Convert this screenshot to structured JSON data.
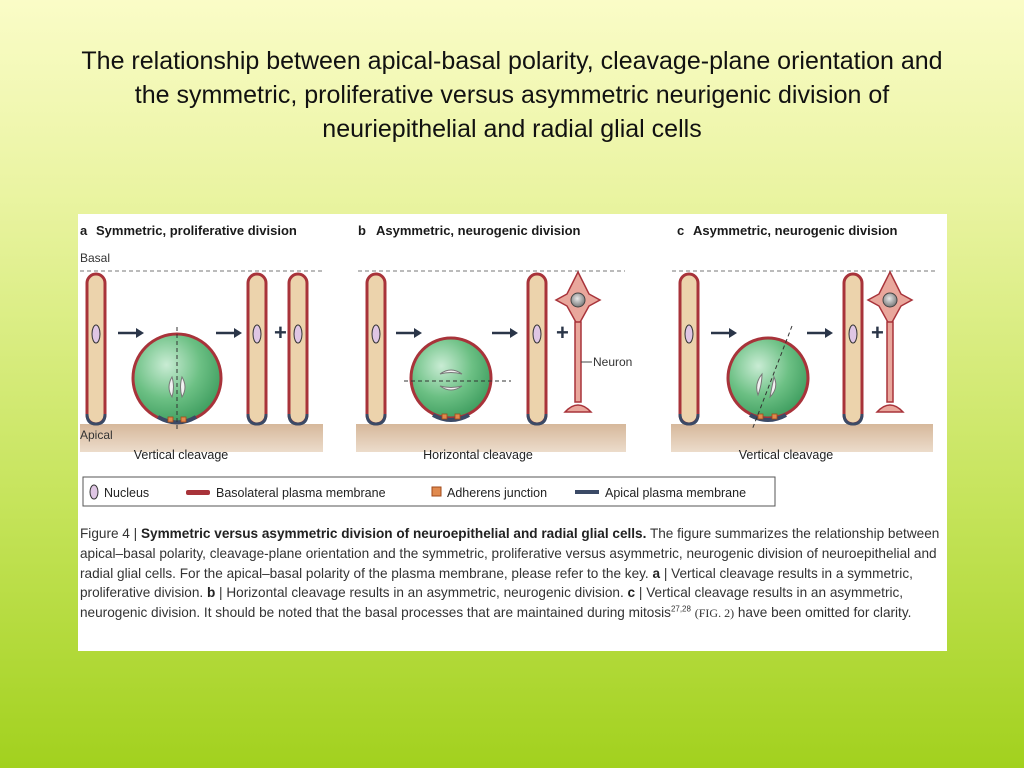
{
  "slide": {
    "title": "The relationship between apical-basal polarity, cleavage-plane orientation and the symmetric, proliferative versus asymmetric neurigenic division of neuriepithelial and radial glial cells"
  },
  "figure": {
    "panels": [
      {
        "letter": "a",
        "heading": "Symmetric, proliferative division",
        "cleavage": "Vertical cleavage"
      },
      {
        "letter": "b",
        "heading": "Asymmetric, neurogenic division",
        "cleavage": "Horizontal cleavage"
      },
      {
        "letter": "c",
        "heading": "Asymmetric, neurogenic division",
        "cleavage": "Vertical cleavage"
      }
    ],
    "labels": {
      "basal": "Basal",
      "apical": "Apical",
      "neuron": "Neuron",
      "plus": "+"
    },
    "key": [
      {
        "label": "Nucleus",
        "icon": "nucleus-icon"
      },
      {
        "label": "Basolateral plasma membrane",
        "icon": "basolateral-membrane-icon"
      },
      {
        "label": "Adherens junction",
        "icon": "adherens-junction-icon"
      },
      {
        "label": "Apical plasma membrane",
        "icon": "apical-membrane-icon"
      }
    ],
    "caption": {
      "figure_label": "Figure 4 |",
      "title": "Symmetric versus asymmetric division of neuroepithelial and radial glial cells.",
      "line1": "The figure summarizes the relationship between apical–basal polarity, cleavage-plane orientation and the symmetric, proliferative versus asymmetric, neurogenic division of neuroepithelial and radial glial cells. For the apical–basal polarity of the plasma membrane, please refer to the key.",
      "a_label": "a",
      "a_text": "| Vertical cleavage results in a symmetric, proliferative division.",
      "b_label": "b",
      "b_text": "| Horizontal cleavage results in an asymmetric, neurogenic division.",
      "c_label": "c",
      "c_text": "| Vertical cleavage results in an asymmetric, neurogenic division. It should be noted that the basal processes that are maintained during mitosis",
      "refs": "27,28",
      "fig_ref": "(FIG. 2)",
      "tail": "have been omitted for clarity."
    }
  },
  "colors": {
    "membrane": "#a8333a",
    "cell_fill": "#ecd3ac",
    "dividing_cell": "#6cc084",
    "apical_membrane": "#3b4a66",
    "adherens": "#e08a4e",
    "nucleus": "#dfc6e4",
    "ground": "#d6b89b",
    "neuron": "#e9a79c"
  }
}
